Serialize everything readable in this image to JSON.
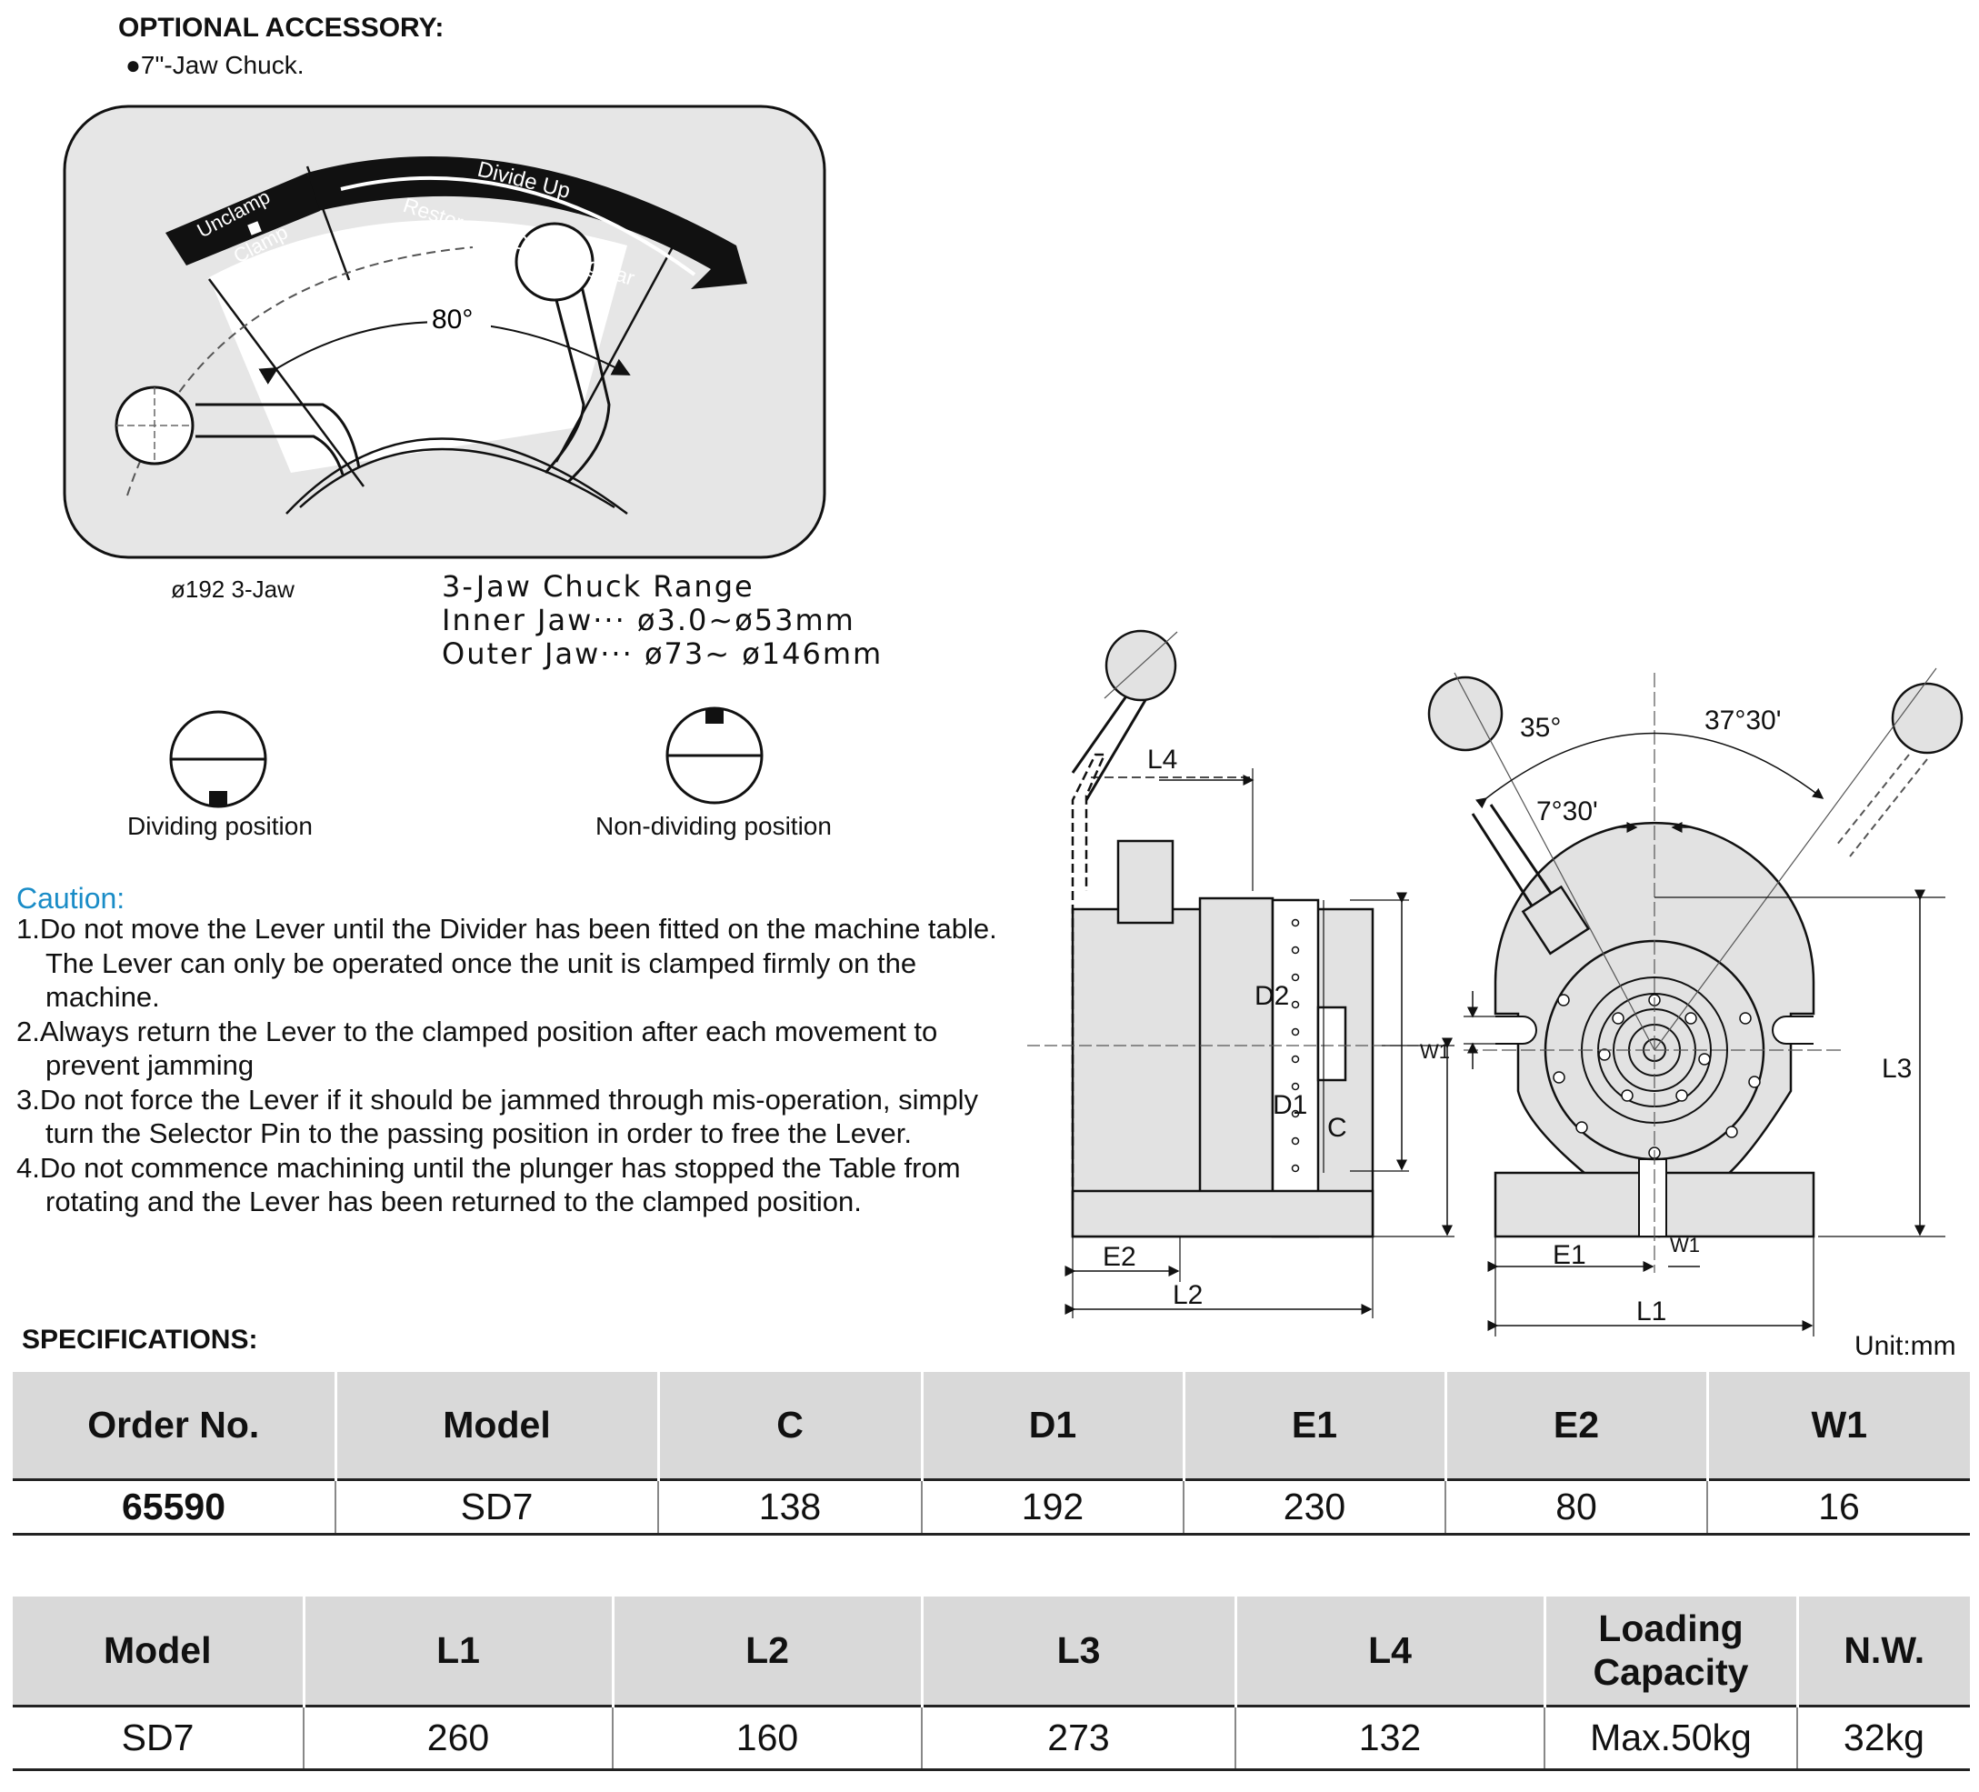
{
  "optional": {
    "heading": "OPTIONAL ACCESSORY:",
    "item": "7\"-Jaw Chuck."
  },
  "lever_diagram": {
    "divide_up": "Divide Up",
    "restore": "Restore the Operating bar",
    "unclamp": "Unclamp",
    "clamp": "Clamp",
    "angle": "80°"
  },
  "chuck": {
    "size_label": "ø192 3-Jaw",
    "range_title": "3-Jaw Chuck Range",
    "inner": "Inner Jaw··· ø3.0~ø53mm",
    "outer": "Outer Jaw··· ø73~ ø146mm"
  },
  "positions": {
    "dividing": "Dividing position",
    "non_dividing": "Non-dividing position"
  },
  "caution": {
    "title": "Caution:",
    "items": [
      "1.Do not move the Lever until the Divider has been fitted on the machine table.  The Lever can only be operated once the unit is clamped firmly on the machine.",
      "2.Always return the Lever to the clamped position after each movement to prevent jamming",
      "3.Do not force the Lever if it should be jammed through mis-operation, simply turn the Selector Pin to the passing position in order to free the Lever.",
      "4.Do not commence machining until the plunger has stopped the Table from rotating and the Lever has been returned to the clamped position."
    ]
  },
  "drawing": {
    "side": {
      "L4": "L4",
      "D2": "D2",
      "D1": "D1",
      "C": "C",
      "E2": "E2",
      "L2": "L2"
    },
    "front": {
      "a35": "35°",
      "a37": "37°30'",
      "a7": "7°30'",
      "W1": "W1",
      "L3": "L3",
      "E1": "E1",
      "W1b": "W1",
      "L1": "L1"
    }
  },
  "specs": {
    "title": "SPECIFICATIONS:",
    "unit": "Unit:mm",
    "table1": {
      "headers": [
        "Order No.",
        "Model",
        "C",
        "D1",
        "E1",
        "E2",
        "W1"
      ],
      "row": [
        "65590",
        "SD7",
        "138",
        "192",
        "230",
        "80",
        "16"
      ]
    },
    "table2": {
      "headers": [
        "Model",
        "L1",
        "L2",
        "L3",
        "L4",
        "Loading Capacity",
        "N.W."
      ],
      "row": [
        "SD7",
        "260",
        "160",
        "273",
        "132",
        "Max.50kg",
        "32kg"
      ]
    }
  }
}
